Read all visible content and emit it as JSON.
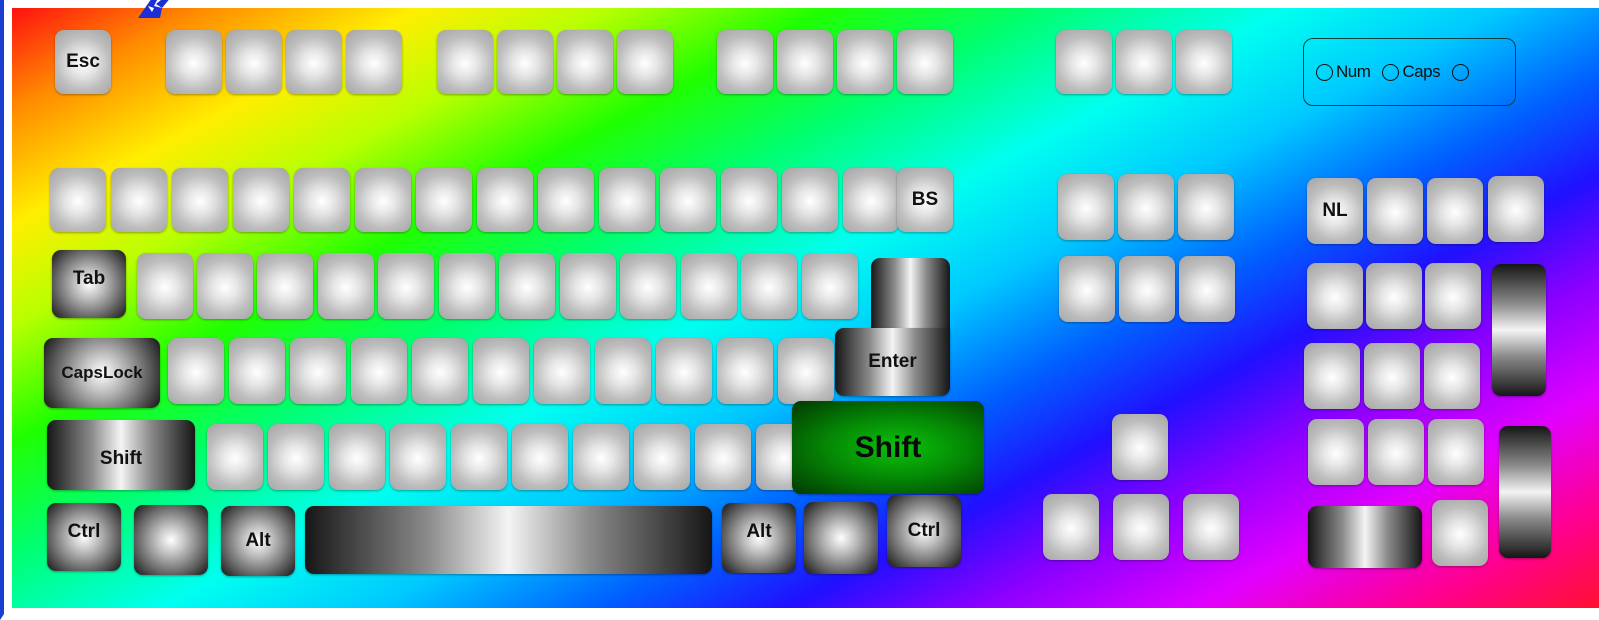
{
  "keyboard": {
    "labels": {
      "esc": "Esc",
      "bs": "BS",
      "tab": "Tab",
      "capslock": "CapsLock",
      "enter": "Enter",
      "shift_left": "Shift",
      "shift_right": "Shift",
      "ctrl_left": "Ctrl",
      "alt_left": "Alt",
      "alt_right": "Alt",
      "ctrl_right": "Ctrl",
      "numlock": "NL"
    },
    "indicators": {
      "num": "Num",
      "caps": "Caps",
      "scroll": ""
    },
    "highlighted_key": "shift_right",
    "colors": {
      "highlight": "#058a05",
      "frame_border": "#1a3fd0"
    },
    "icons": [
      "pointer-cursor-icon",
      "led-indicator-icon"
    ]
  }
}
